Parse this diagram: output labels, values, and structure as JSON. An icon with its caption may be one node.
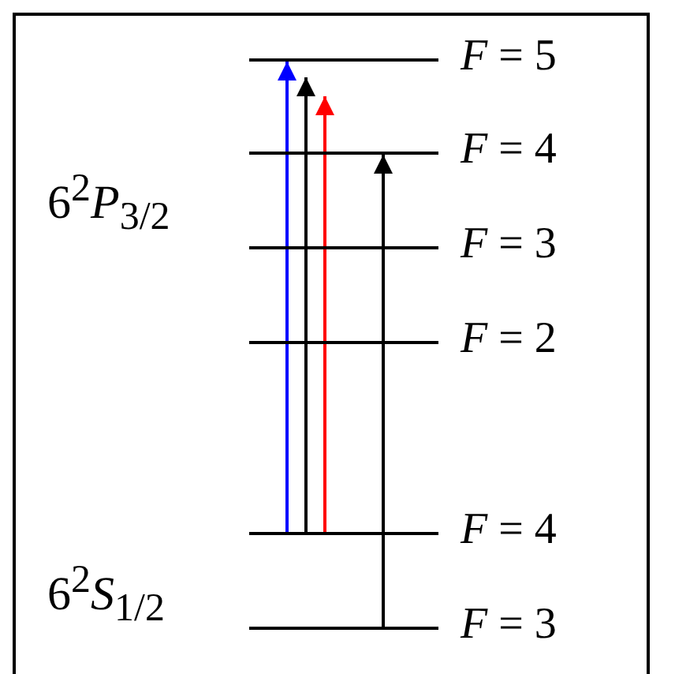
{
  "diagram": {
    "nodes": [
      {
        "text": [
          "*F* = 5"
        ]
      },
      {
        "text": [
          "*F* = 4"
        ]
      },
      {
        "text": [
          "*F* = 3"
        ]
      },
      {
        "text": [
          "*F* = 2"
        ]
      },
      {
        "text": [
          "*F* = 4"
        ]
      },
      {
        "text": [
          "*F* = 3"
        ]
      }
    ],
    "edges": [
      {
        "from": 4,
        "to": 0,
        "arrow": "to",
        "color": "#0000ff"
      },
      {
        "from": 4,
        "to": 0,
        "arrow": "to"
      },
      {
        "from": 4,
        "to": 0,
        "arrow": "to",
        "color": "#ff0000"
      },
      {
        "from": 5,
        "to": 1,
        "arrow": "to"
      }
    ],
    "labels": [
      "6$^{2}$*P*$_{3/2}$",
      "6$^{2}$*S*$_{1/2}$"
    ]
  }
}
